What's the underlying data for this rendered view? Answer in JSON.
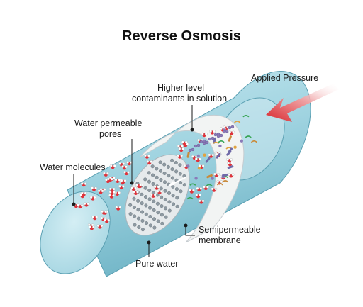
{
  "title": "Reverse Osmosis",
  "labels": {
    "applied_pressure": "Applied Pressure",
    "contaminants_line1": "Higher level",
    "contaminants_line2": "contaminants in solution",
    "pores_line1": "Water permeable",
    "pores_line2": "pores",
    "water_molecules": "Water molecules",
    "membrane_line1": "Semipermeable",
    "membrane_line2": "membrane",
    "pure_water": "Pure water"
  },
  "colors": {
    "tube_fill": "#9fd3e0",
    "tube_dark": "#6fb4c6",
    "end_cap": "#bfe5ee",
    "membrane": "#f2f4f3",
    "pressure_arrow": "#d8262c",
    "oxygen": "#e0323a",
    "hydrogen": "#ffffff"
  },
  "icons": [
    "pressure-arrow-icon",
    "water-molecule-icon",
    "contaminant-icon",
    "pore-grid-icon"
  ]
}
